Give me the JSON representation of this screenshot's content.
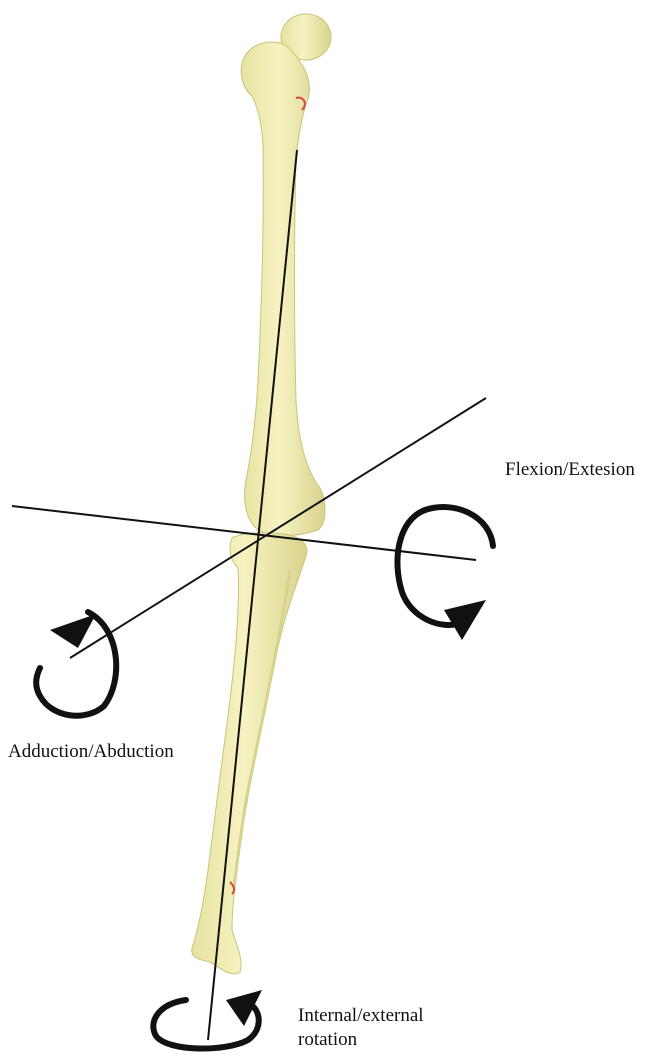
{
  "labels": {
    "flexion_extension": "Flexion/Extesion",
    "adduction_abduction": "Adduction/Abduction",
    "rotation_line1": "Internal/external",
    "rotation_line2": "rotation"
  },
  "colors": {
    "bone_fill": "#f2efb0",
    "bone_shade": "#d9d48a",
    "bone_outline": "#b9b470",
    "axis_line": "#111111",
    "arrow": "#111111",
    "marker": "#d9463a"
  }
}
